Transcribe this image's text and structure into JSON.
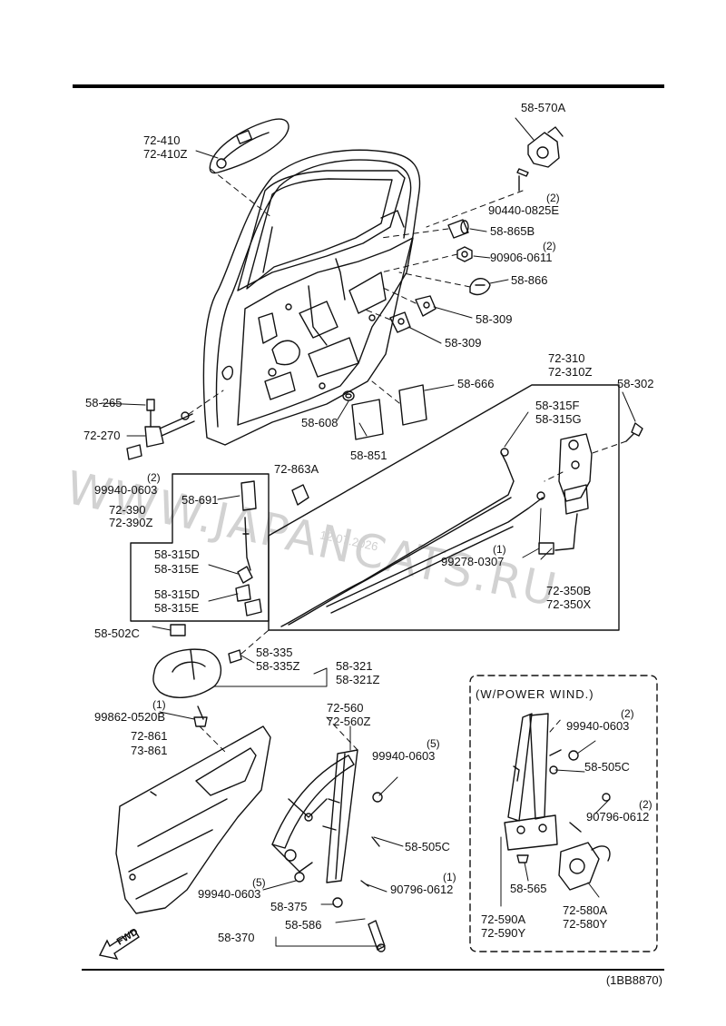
{
  "watermark": {
    "text": "WWW.JAPANCATS.RU",
    "date": "12.07.2026"
  },
  "reference_code": "(1BB8870)",
  "power_window_title": "(W/POWER WIND.)",
  "fwd_label": "FWD",
  "labels": {
    "l_58570A": "58-570A",
    "l_72410": "72-410",
    "l_72410Z": "72-410Z",
    "l_908250": "90440-0825E",
    "l_908250_qty": "(2)",
    "l_58865B": "58-865B",
    "l_909060": "90906-0611",
    "l_909060_qty": "(2)",
    "l_58866": "58-866",
    "l_58309a": "58-309",
    "l_58309b": "58-309",
    "l_58666": "58-666",
    "l_72310": "72-310",
    "l_72310Z": "72-310Z",
    "l_58302": "58-302",
    "l_58265": "58-265",
    "l_72270": "72-270",
    "l_58608": "58-608",
    "l_58851": "58-851",
    "l_58315F": "58-315F",
    "l_58315G": "58-315G",
    "l_99940a": "99940-0603",
    "l_99940a_qty": "(2)",
    "l_72863A": "72-863A",
    "l_72390": "72-390",
    "l_72390Z": "72-390Z",
    "l_58691": "58-691",
    "l_58315D1": "58-315D",
    "l_58315E1": "58-315E",
    "l_58315D2": "58-315D",
    "l_58315E2": "58-315E",
    "l_99278": "99278-0307",
    "l_99278_qty": "(1)",
    "l_72350B": "72-350B",
    "l_72350X": "72-350X",
    "l_58502C": "58-502C",
    "l_58335": "58-335",
    "l_58335Z": "58-335Z",
    "l_58321": "58-321",
    "l_58321Z": "58-321Z",
    "l_99862": "99862-0520B",
    "l_99862_qty": "(1)",
    "l_72560": "72-560",
    "l_72560Z": "72-560Z",
    "l_72861": "72-861",
    "l_73861": "73-861",
    "l_99940b": "99940-0603",
    "l_99940b_qty": "(5)",
    "l_58505Ca": "58-505C",
    "l_90796a": "90796-0612",
    "l_90796a_qty": "(1)",
    "l_99940c": "99940-0603",
    "l_99940c_qty": "(5)",
    "l_58375": "58-375",
    "l_58586": "58-586",
    "l_58370": "58-370",
    "l_99940d": "99940-0603",
    "l_99940d_qty": "(2)",
    "l_58505Cb": "58-505C",
    "l_90796b": "90796-0612",
    "l_90796b_qty": "(2)",
    "l_58565": "58-565",
    "l_72590A": "72-590A",
    "l_72590Y": "72-590Y",
    "l_72580A": "72-580A",
    "l_72580Y": "72-580Y"
  }
}
